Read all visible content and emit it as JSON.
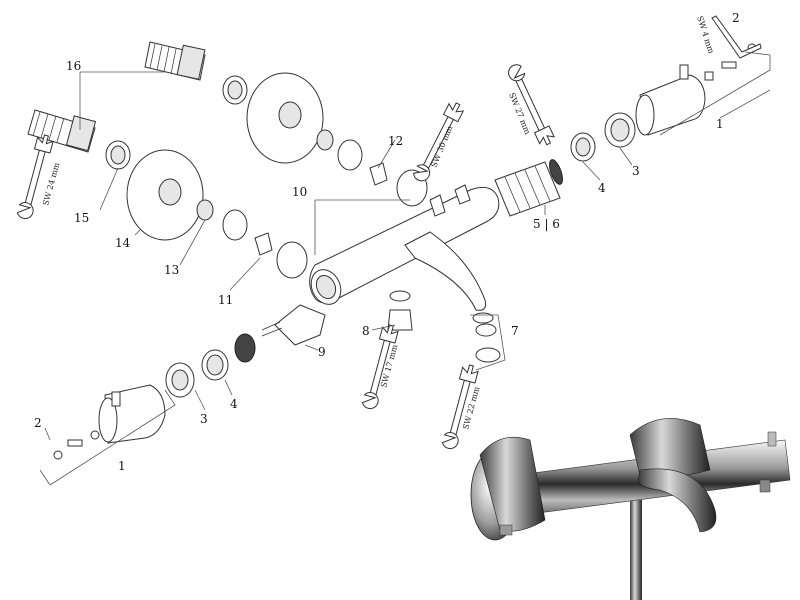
{
  "labels": {
    "p1_right": "1",
    "p1_left": "1",
    "p2_right": "2",
    "p2_left": "2",
    "p3_right": "3",
    "p3_left": "3",
    "p4_right": "4",
    "p4_left": "4",
    "p5_6": "5 | 6",
    "p7": "7",
    "p8": "8",
    "p9": "9",
    "p10": "10",
    "p11": "11",
    "p12": "12",
    "p13": "13",
    "p14": "14",
    "p15": "15",
    "p16": "16"
  },
  "wrench_specs": {
    "sw4": "SW 4 mm",
    "sw27": "SW 27 mm",
    "sw30": "SW 30 mm",
    "sw24": "SW 24 mm",
    "sw17": "SW 17 mm",
    "sw22": "SW 22 mm"
  },
  "colors": {
    "line": "#333333",
    "chrome_dark": "#2a2a2a",
    "chrome_light": "#f4f4f4"
  },
  "icons": {
    "wrench": "wrench-icon",
    "allen_key": "allen-key-icon"
  }
}
